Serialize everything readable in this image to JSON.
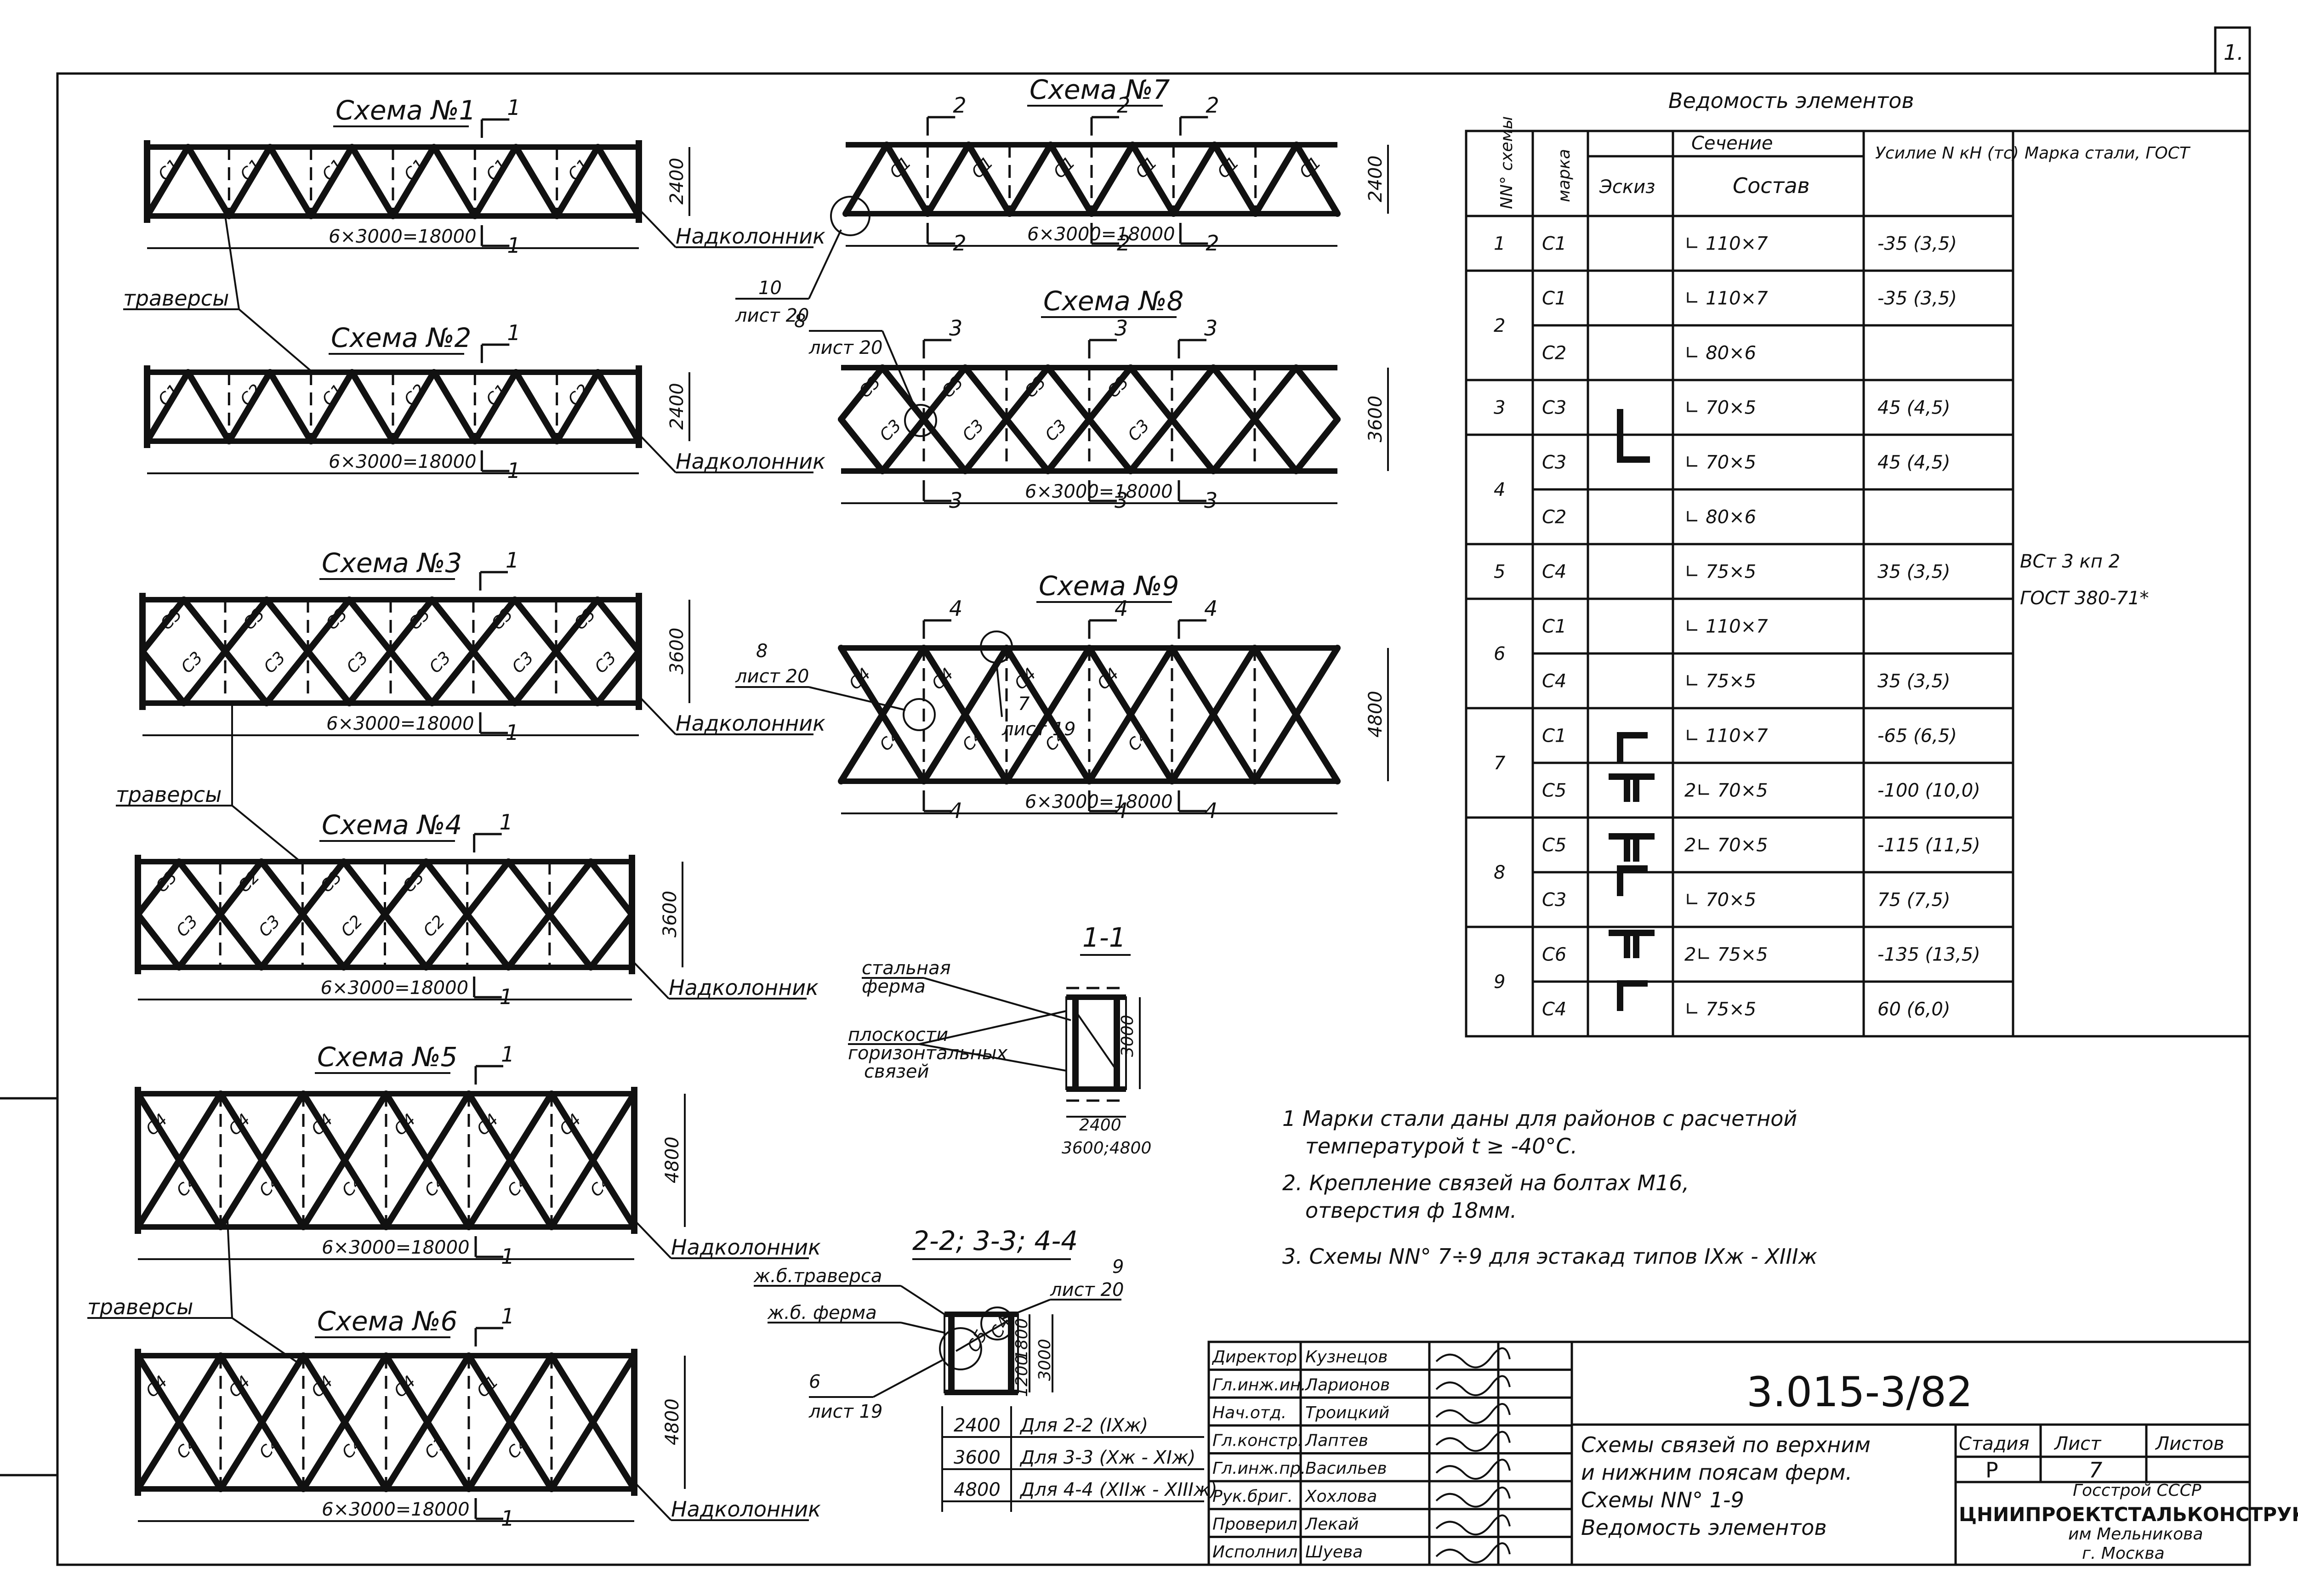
{
  "sheet": {
    "page_number": "1.",
    "code": "3.015-3/82"
  },
  "schemes": {
    "s1": {
      "title": "Схема №1",
      "dim_width": "6×3000=18000",
      "dim_height": "2400",
      "column_label": "Надколонник",
      "section_mark": "1",
      "marks": [
        "С1",
        "С1",
        "С1",
        "С1",
        "С1",
        "С1"
      ]
    },
    "s2": {
      "title": "Схема №2",
      "dim_width": "6×3000=18000",
      "dim_height": "2400",
      "column_label": "Надколонник",
      "section_mark": "1",
      "marks": [
        "С1",
        "С2",
        "С1",
        "С2",
        "С1",
        "С2",
        "С1"
      ]
    },
    "s3": {
      "title": "Схема №3",
      "dim_width": "6×3000=18000",
      "dim_height": "3600",
      "column_label": "Надколонник",
      "section_mark": "1",
      "marks": [
        "С3",
        "С3",
        "С3",
        "С3",
        "С3",
        "С3",
        "С3",
        "С3",
        "С3",
        "С3",
        "С3",
        "С3"
      ]
    },
    "s4": {
      "title": "Схема №4",
      "dim_width": "6×3000=18000",
      "dim_height": "3600",
      "column_label": "Надколонник",
      "section_mark": "1",
      "marks": [
        "С3",
        "С3",
        "С2",
        "С3",
        "С3",
        "С2",
        "С3",
        "С2"
      ]
    },
    "s5": {
      "title": "Схема №5",
      "dim_width": "6×3000=18000",
      "dim_height": "4800",
      "column_label": "Надколонник",
      "section_mark": "1",
      "marks": [
        "С4",
        "С4",
        "С4",
        "С4",
        "С4",
        "С4",
        "С4",
        "С4",
        "С4",
        "С4",
        "С4",
        "С4"
      ]
    },
    "s6": {
      "title": "Схема №6",
      "dim_width": "6×3000=18000",
      "dim_height": "4800",
      "column_label": "Надколонник",
      "section_mark": "1",
      "marks": [
        "С4",
        "С4",
        "С4",
        "С4",
        "С4",
        "С4",
        "С4",
        "С1",
        "С1",
        "С4"
      ]
    },
    "s7": {
      "title": "Схема №7",
      "dim_width": "6×3000=18000",
      "dim_height": "2400",
      "section_mark": "2",
      "marks": [
        "С1",
        "С1",
        "С1",
        "С1",
        "С1",
        "С1"
      ]
    },
    "s8": {
      "title": "Схема №8",
      "dim_width": "6×3000=18000",
      "dim_height": "3600",
      "section_mark": "3",
      "marks": [
        "С3",
        "С3",
        "С3",
        "С3",
        "С3",
        "С3",
        "С3",
        "С3"
      ]
    },
    "s9": {
      "title": "Схема №9",
      "dim_width": "6×3000=18000",
      "dim_height": "4800",
      "section_mark": "4",
      "marks": [
        "С4",
        "С4",
        "С4",
        "С4",
        "С4",
        "С4",
        "С4",
        "С4"
      ]
    }
  },
  "labels": {
    "travers": "траверсы",
    "callout_10": "10",
    "callout_8": "8",
    "callout_7": "7",
    "callout_6": "6",
    "callout_9": "9",
    "list20": "лист 20",
    "list19": "лист 19"
  },
  "section_11": {
    "title": "1-1",
    "label_truss": [
      "стальная",
      "ферма"
    ],
    "label_planes": [
      "плоскости",
      "горизонтальных",
      "связей"
    ],
    "dim_h": "3000",
    "dim_w": "2400",
    "dim_w2": "3600;4800"
  },
  "section_22": {
    "title": "2-2; 3-3; 4-4",
    "label_travers": "ж.б.траверса",
    "label_truss": "ж.б. ферма",
    "dim_h1": "1800",
    "dim_h2": "1200",
    "dim_h3": "3000",
    "rows": [
      {
        "w": "2400",
        "text": "Для 2-2 (IXж)"
      },
      {
        "w": "3600",
        "text": "Для 3-3 (Xж - XIж)"
      },
      {
        "w": "4800",
        "text": "Для 4-4 (XIIж - XIIIж)"
      }
    ]
  },
  "table": {
    "title": "Ведомость элементов",
    "headers": {
      "scheme_no": "NN° схемы",
      "mark": "марка",
      "section": "Сечение",
      "sketch": "Эскиз",
      "composition": "Состав",
      "force": "Усилие N кН (тс)",
      "steel": "Марка стали, ГОСТ"
    },
    "rows": [
      {
        "scheme": "1",
        "mark": "С1",
        "comp": "∟ 110×7",
        "force": "-35 (3,5)"
      },
      {
        "scheme": "2",
        "mark": "С1",
        "comp": "∟ 110×7",
        "force": "-35 (3,5)"
      },
      {
        "scheme": "",
        "mark": "С2",
        "comp": "∟ 80×6",
        "force": ""
      },
      {
        "scheme": "3",
        "mark": "С3",
        "comp": "∟ 70×5",
        "force": "45 (4,5)"
      },
      {
        "scheme": "4",
        "mark": "С3",
        "comp": "∟ 70×5",
        "force": "45 (4,5)"
      },
      {
        "scheme": "",
        "mark": "С2",
        "comp": "∟ 80×6",
        "force": ""
      },
      {
        "scheme": "5",
        "mark": "С4",
        "comp": "∟ 75×5",
        "force": "35 (3,5)"
      },
      {
        "scheme": "6",
        "mark": "С1",
        "comp": "∟ 110×7",
        "force": ""
      },
      {
        "scheme": "",
        "mark": "С4",
        "comp": "∟ 75×5",
        "force": "35 (3,5)"
      },
      {
        "scheme": "7",
        "mark": "С1",
        "comp": "∟ 110×7",
        "force": "-65 (6,5)"
      },
      {
        "scheme": "",
        "mark": "С5",
        "comp": "2∟ 70×5",
        "force": "-100 (10,0)"
      },
      {
        "scheme": "8",
        "mark": "С5",
        "comp": "2∟ 70×5",
        "force": "-115 (11,5)"
      },
      {
        "scheme": "",
        "mark": "С3",
        "comp": "∟ 70×5",
        "force": "75 (7,5)"
      },
      {
        "scheme": "9",
        "mark": "С6",
        "comp": "2∟ 75×5",
        "force": "-135 (13,5)"
      },
      {
        "scheme": "",
        "mark": "С4",
        "comp": "∟ 75×5",
        "force": "60 (6,0)"
      }
    ],
    "steel": [
      "ВСт 3 кп 2",
      "ГОСТ 380-71*"
    ]
  },
  "notes": [
    "1 Марки стали даны для районов с расчетной",
    "температурой t ≥ -40°С.",
    "2. Крепление связей на болтах М16,",
    "отверстия ф 18мм.",
    "3. Схемы NN° 7÷9 для эстакад типов IXж - XIIIж"
  ],
  "title_block": {
    "roles": [
      "Директор",
      "Гл.инж.ин.",
      "Нач.отд.",
      "Гл.констр.",
      "Гл.инж.пр.",
      "Рук.бриг.",
      "Проверил",
      "Исполнил"
    ],
    "names": [
      "Кузнецов",
      "Ларионов",
      "Троицкий",
      "Лаптев",
      "Васильев",
      "Хохлова",
      "Лекай",
      "Шуева"
    ],
    "description": [
      "Схемы связей по верхним",
      "и нижним поясам ферм.",
      "Схемы NN° 1-9",
      "Ведомость элементов"
    ],
    "stage_label": "Стадия",
    "sheet_label": "Лист",
    "sheets_label": "Листов",
    "stage": "Р",
    "sheet": "7",
    "org": [
      "Госстрой СССР",
      "ЦНИИПРОЕКТСТАЛЬКОНСТРУКЦИЯ",
      "им Мельникова",
      "г. Москва"
    ]
  }
}
